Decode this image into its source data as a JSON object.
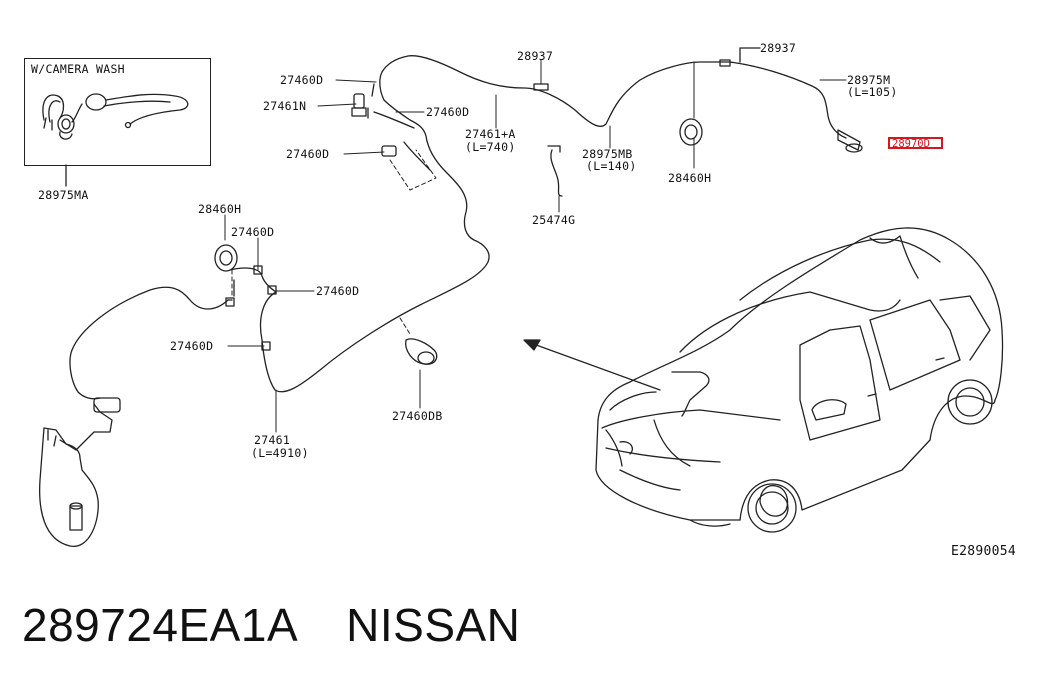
{
  "diagram": {
    "inset_title": "W/CAMERA WASH",
    "inset_part": "28975MA",
    "labels": {
      "p27460d_1": "27460D",
      "p27461n": "27461N",
      "p27460d_2": "27460D",
      "p27460d_3": "27460D",
      "p28937_a": "28937",
      "p28937_b": "28937",
      "p28975m": "28975M",
      "p28975m_len": "(L=105)",
      "p27461a": "27461+A",
      "p27461a_len": "(L=740)",
      "p28975mb": "28975MB",
      "p28975mb_len": "(L=140)",
      "p28460h_1": "28460H",
      "p25474g": "25474G",
      "p28460h_2": "28460H",
      "p27460d_4": "27460D",
      "p27460d_5": "27460D",
      "p27460d_6": "27460D",
      "p27461": "27461",
      "p27461_len": "(L=4910)",
      "p27460db": "27460DB",
      "drawing_id": "E2890054"
    },
    "highlight_part": "28970D",
    "highlight_color": "#d8141c"
  },
  "footer": {
    "part_number": "289724EA1A",
    "brand": "NISSAN"
  }
}
